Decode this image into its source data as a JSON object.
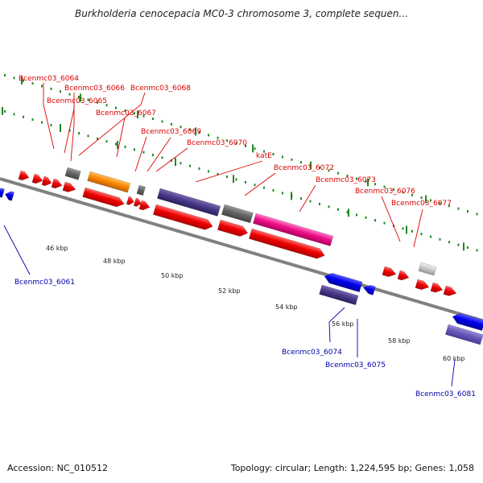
{
  "title": "Burkholderia cenocepacia MC0-3 chromosome 3, complete sequen...",
  "footer": {
    "accession": "Accession: NC_010512",
    "summary": "Topology: circular; Length: 1,224,595 bp; Genes: 1,058"
  },
  "colors": {
    "forward_label": "#dd0000",
    "reverse_label": "#0000aa",
    "tick_green": "#228822",
    "backbone": "#808080"
  },
  "scale_labels": [
    "46 kbp",
    "48 kbp",
    "50 kbp",
    "52 kbp",
    "54 kbp",
    "56 kbp",
    "58 kbp",
    "60 kbp"
  ],
  "labels_top": [
    "Bcenmc03_6064",
    "Bcenmc03_6066",
    "Bcenmc03_6068",
    "Bcenmc03_6065",
    "Bcenmc03_6067",
    "Bcenmc03_6069",
    "Bcenmc03_6070",
    "katE",
    "Bcenmc03_6072",
    "Bcenmc03_6073",
    "Bcenmc03_6076",
    "Bcenmc03_6077"
  ],
  "labels_bottom": [
    "Bcenmc03_6061",
    "Bcenmc03_6074",
    "Bcenmc03_6075",
    "Bcenmc03_6081"
  ]
}
